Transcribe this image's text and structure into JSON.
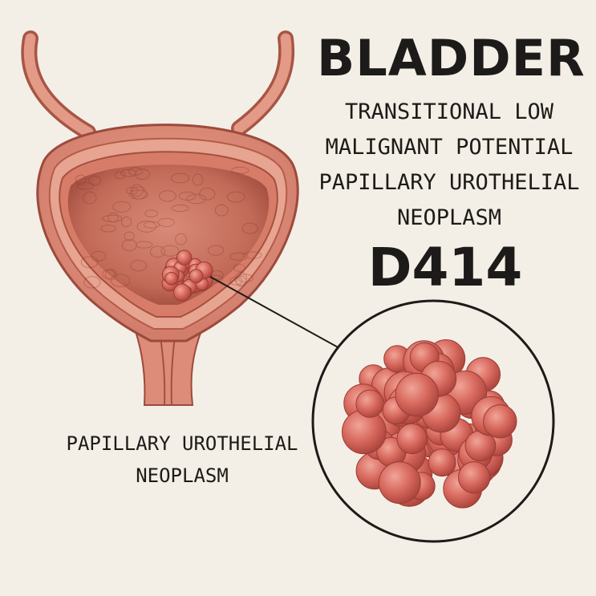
{
  "title": "BLADDER",
  "subtitle_lines": [
    "TRANSITIONAL LOW",
    "MALIGNANT POTENTIAL",
    "PAPILLARY UROTHELIAL",
    "NEOPLASM"
  ],
  "code": "D414",
  "callout_label_lines": [
    "PAPILLARY UROTHELIAL",
    "NEOPLASM"
  ],
  "colors": {
    "background": "#f3efe6",
    "tissue": "#d9806c",
    "tissue_dark": "#a84a3c",
    "tumor": "#d4685e",
    "ink": "#1d1b19"
  }
}
